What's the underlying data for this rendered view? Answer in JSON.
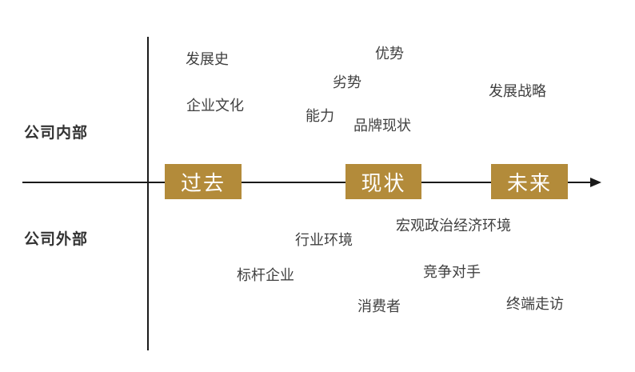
{
  "sections": {
    "internal_label": "公司内部",
    "external_label": "公司外部"
  },
  "timeline": {
    "past": "过去",
    "present": "现状",
    "future": "未来"
  },
  "internal_factors": {
    "history": "发展史",
    "advantage": "优势",
    "disadvantage": "劣势",
    "strategy": "发展战略",
    "culture": "企业文化",
    "capability": "能力",
    "brand_status": "品牌现状"
  },
  "external_factors": {
    "industry_env": "行业环境",
    "macro_env": "宏观政治经济环境",
    "benchmark": "标杆企业",
    "competitors": "竞争对手",
    "consumers": "消费者",
    "terminal_visits": "终端走访"
  },
  "colors": {
    "box_fill": "#b38b3a",
    "box_text": "#ffffff",
    "axis": "#1a1a1a",
    "text": "#404040"
  }
}
